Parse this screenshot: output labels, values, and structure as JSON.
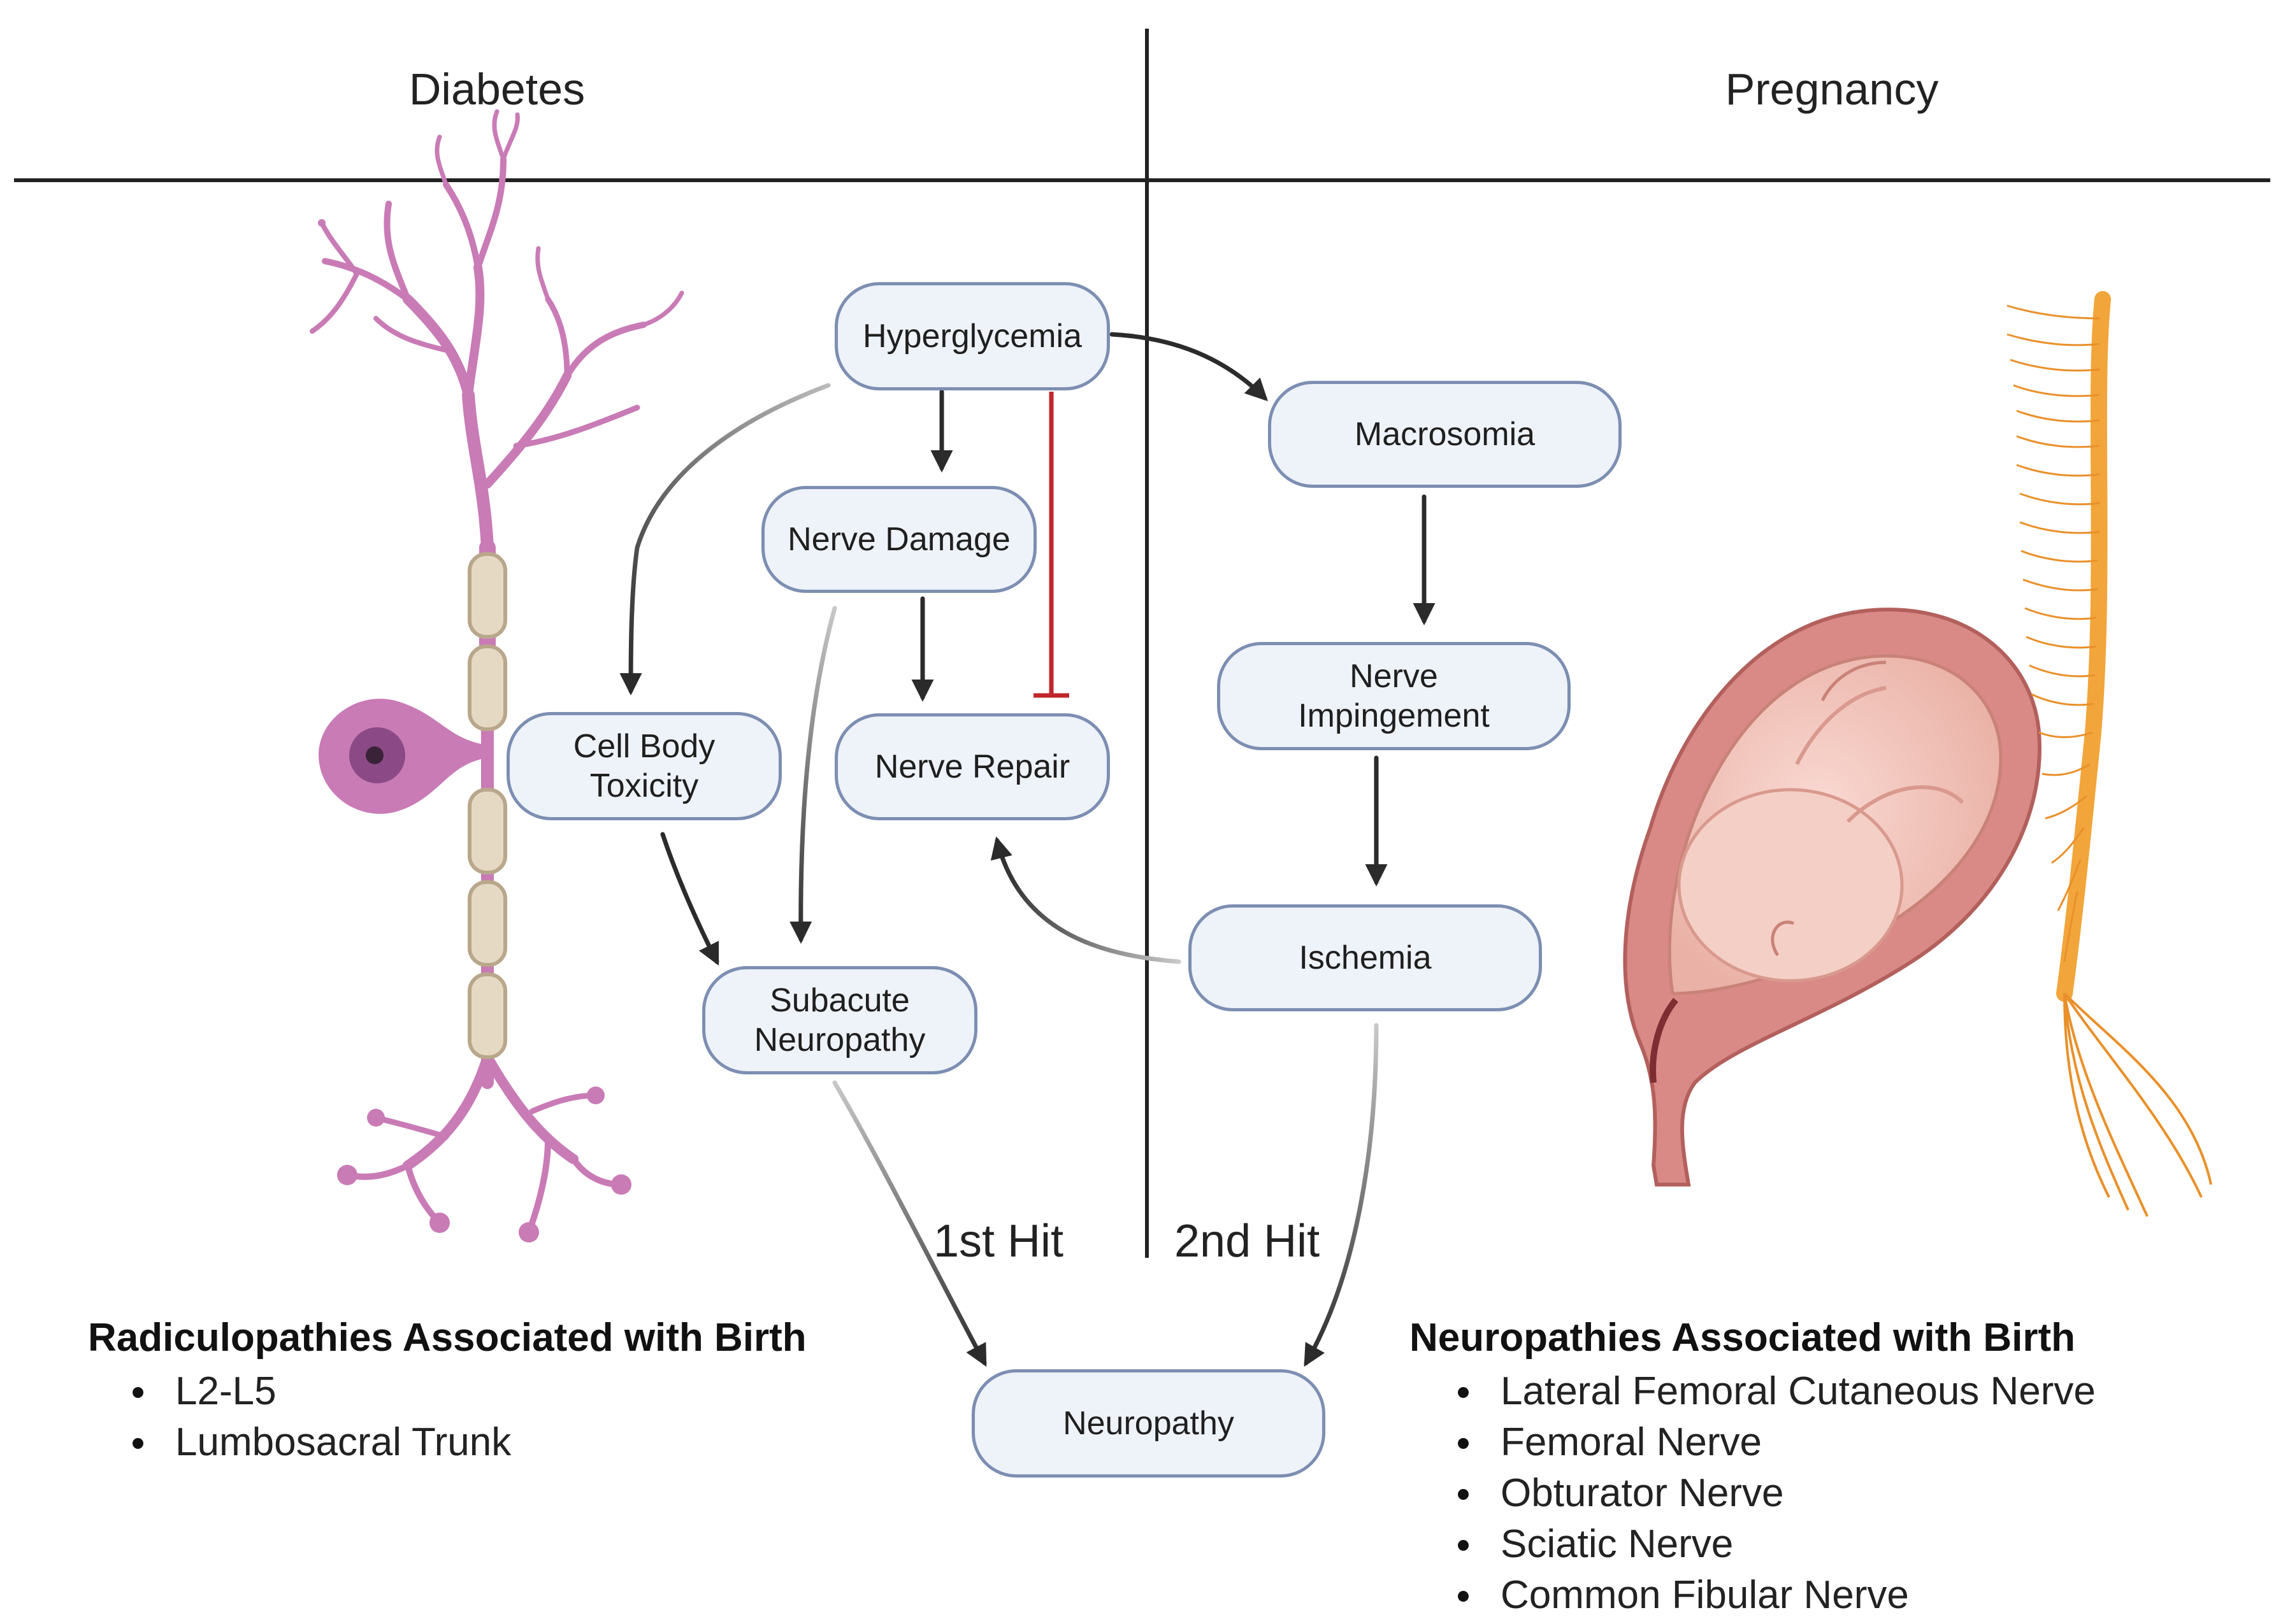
{
  "headers": {
    "left": "Diabetes",
    "right": "Pregnancy"
  },
  "nodes": {
    "hyperglycemia": "Hyperglycemia",
    "nerve_damage": "Nerve Damage",
    "nerve_repair": "Nerve Repair",
    "cell_body_toxicity": "Cell Body\nToxicity",
    "subacute_neuropathy": "Subacute\nNeuropathy",
    "macrosomia": "Macrosomia",
    "nerve_impingement": "Nerve\nImpingement",
    "ischemia": "Ischemia",
    "neuropathy": "Neuropathy"
  },
  "hits": {
    "first": "1st Hit",
    "second": "2nd Hit"
  },
  "left_block": {
    "title": "Radiculopathies Associated with Birth",
    "items": [
      "L2-L5",
      "Lumbosacral Trunk"
    ]
  },
  "right_block": {
    "title": "Neuropathies Associated with Birth",
    "items": [
      "Lateral Femoral Cutaneous Nerve",
      "Femoral Nerve",
      "Obturator Nerve",
      "Sciatic Nerve",
      "Common Fibular Nerve"
    ]
  },
  "colors": {
    "node_border": "#7d8eb2",
    "node_fill": "#eef2f9",
    "arrow": "#2b2b2b",
    "inhibit": "#c0272d",
    "neuron": "#c97bb6",
    "myelin": "#e6d9c4",
    "uterus": "#d98a86",
    "fetus": "#f3c6bd",
    "spine": "#f2a53a"
  }
}
